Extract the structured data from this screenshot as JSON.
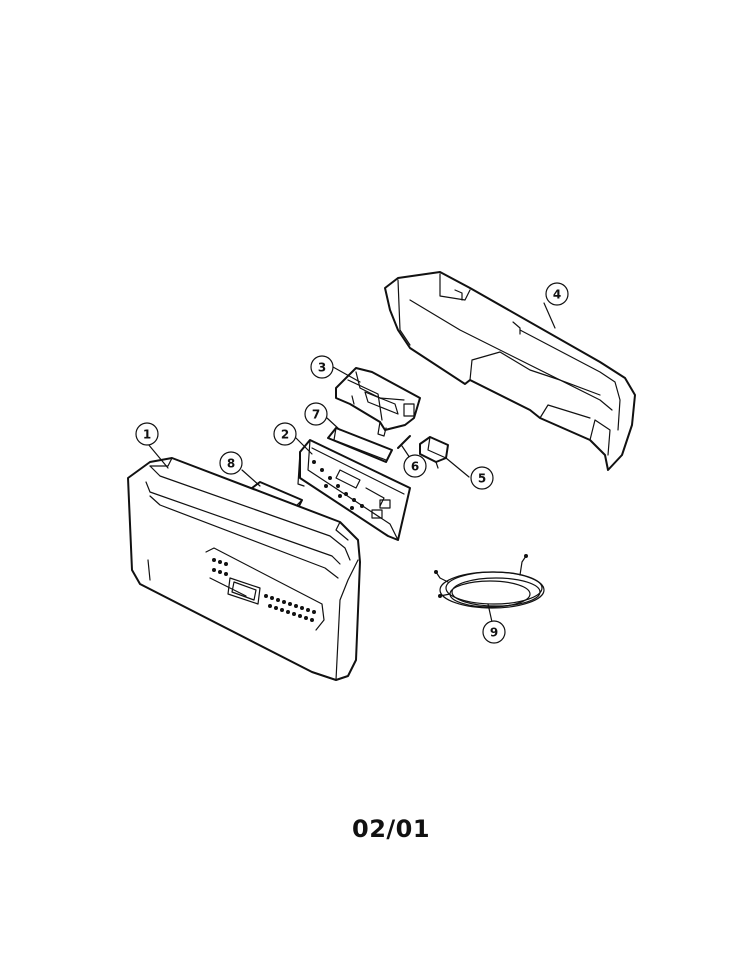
{
  "callouts": [
    {
      "id": "1",
      "label": "1"
    },
    {
      "id": "2",
      "label": "2"
    },
    {
      "id": "3",
      "label": "3"
    },
    {
      "id": "4",
      "label": "4"
    },
    {
      "id": "5",
      "label": "5"
    },
    {
      "id": "6",
      "label": "6"
    },
    {
      "id": "7",
      "label": "7"
    },
    {
      "id": "8",
      "label": "8"
    },
    {
      "id": "9",
      "label": "9"
    }
  ],
  "footer": {
    "code": "02/01"
  }
}
